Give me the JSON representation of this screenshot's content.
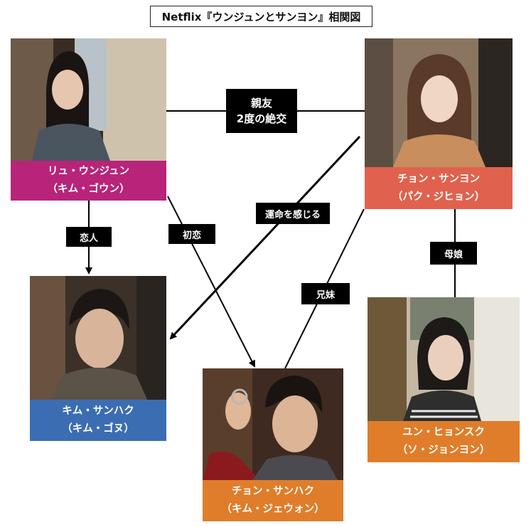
{
  "title": "Netflix『ウンジュンとサンヨン』相関図",
  "people": {
    "eunjung": {
      "name": "リュ・ウンジュン",
      "actor": "（キム・ゴウン）",
      "color": "#b8247a"
    },
    "sangyeon": {
      "name": "チョン・サンヨン",
      "actor": "（パク・ジヒョン）",
      "color": "#e0624e"
    },
    "sanghak": {
      "name": "キム・サンハク",
      "actor": "（キム・ゴヌ）",
      "color": "#3b6db3"
    },
    "sanghak2": {
      "name": "チョン・サンハク",
      "actor": "（キム・ジェウォン）",
      "color": "#e07d2a"
    },
    "mother": {
      "name": "ユン・ヒョンスク",
      "actor": "（ソ・ジョンヨン）",
      "color": "#e07d2a"
    }
  },
  "relations": {
    "friends_line1": "親友",
    "friends_line2": "2度の絶交",
    "lovers": "恋人",
    "first_love": "初恋",
    "fate": "運命を感じる",
    "siblings": "兄妹",
    "mother_daughter": "母娘"
  }
}
